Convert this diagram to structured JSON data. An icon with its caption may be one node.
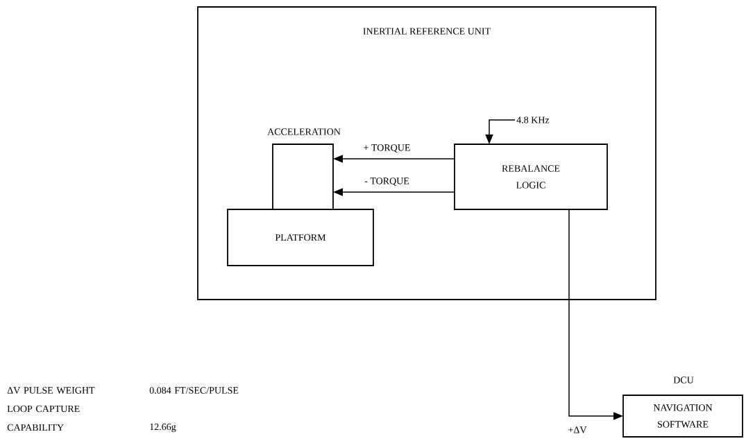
{
  "diagram": {
    "nodes": [
      {
        "text": [
          "INERTIAL REFERENCE UNIT"
        ]
      },
      {
        "text": [
          "ACCELERATION"
        ],
        "in": 0
      },
      {
        "text": [
          "PLATFORM"
        ],
        "in": 0
      },
      {
        "text": [
          "REBALANCE LOGIC"
        ],
        "in": 0
      },
      {
        "text": [
          "4.8 KHz"
        ],
        "in": 0
      },
      {
        "text": [
          "DCU",
          "NAVIGATION SOFTWARE"
        ]
      }
    ],
    "edges": [
      {
        "from": 3,
        "to": 1,
        "arrow": "to",
        "label": "+ TORQUE"
      },
      {
        "from": 3,
        "to": 1,
        "arrow": "to",
        "label": "- TORQUE"
      },
      {
        "from": 4,
        "to": 3,
        "arrow": "to"
      },
      {
        "from": 3,
        "to": 5,
        "arrow": "to",
        "label": "+ΔV"
      }
    ],
    "labels": [
      "ΔV PULSE WEIGHT",
      "0.084 FT/SEC/PULSE",
      "LOOP CAPTURE CAPABILITY",
      "12.66g"
    ]
  }
}
